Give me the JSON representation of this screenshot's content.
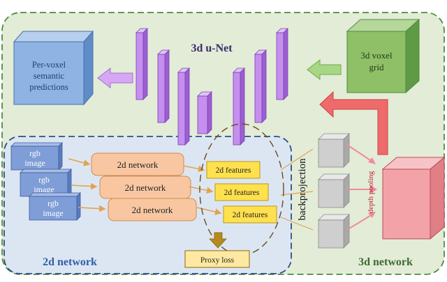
{
  "header_text": "",
  "labels": {
    "unet": "3d u-Net",
    "network_3d": "3d network",
    "network_2d": "2d network",
    "per_voxel": [
      "Per-voxel",
      "semantic",
      "predictions"
    ],
    "voxel_grid": [
      "3d voxel",
      "grid"
    ],
    "backprojection": "backprojection",
    "depth_pooling": "depth pooling",
    "proxy_loss": "Proxy loss"
  },
  "images": [
    {
      "line1": "rgb",
      "line2": "image"
    },
    {
      "line1": "rgb",
      "line2": "image"
    },
    {
      "line1": "rgb",
      "line2": "image"
    }
  ],
  "networks_2d": [
    "2d network",
    "2d network",
    "2d network"
  ],
  "features": [
    "2d features",
    "2d features",
    "2d features"
  ],
  "colors": {
    "outer_bg": "#e2ecd7",
    "outer_border": "#4d8a3f",
    "inner_bg": "#dce6f3",
    "inner_border": "#2e4f83",
    "unet_bar": "#c58fee",
    "unet_bar_border": "#7a3fb5",
    "blue_cube": "#8fb4e3",
    "green_cube": "#8fbf66",
    "red_cube": "#f3a3a8",
    "gray_cube": "#cfcfcf",
    "rgb_box": "#7f9dd6",
    "net_box": "#f8c7a2",
    "feature_box": "#ffe14d",
    "big_arrow_red": "#e25353",
    "big_arrow_green": "#a7d784",
    "big_arrow_purple": "#d7a7f5",
    "small_arrow": "#e2a34f",
    "proxy_arrow": "#b58a1e",
    "label_blue": "#2e5fa8",
    "label_green": "#3d6b2f",
    "label_red": "#c0202a",
    "label_dark_purple": "#3a2a6a"
  }
}
